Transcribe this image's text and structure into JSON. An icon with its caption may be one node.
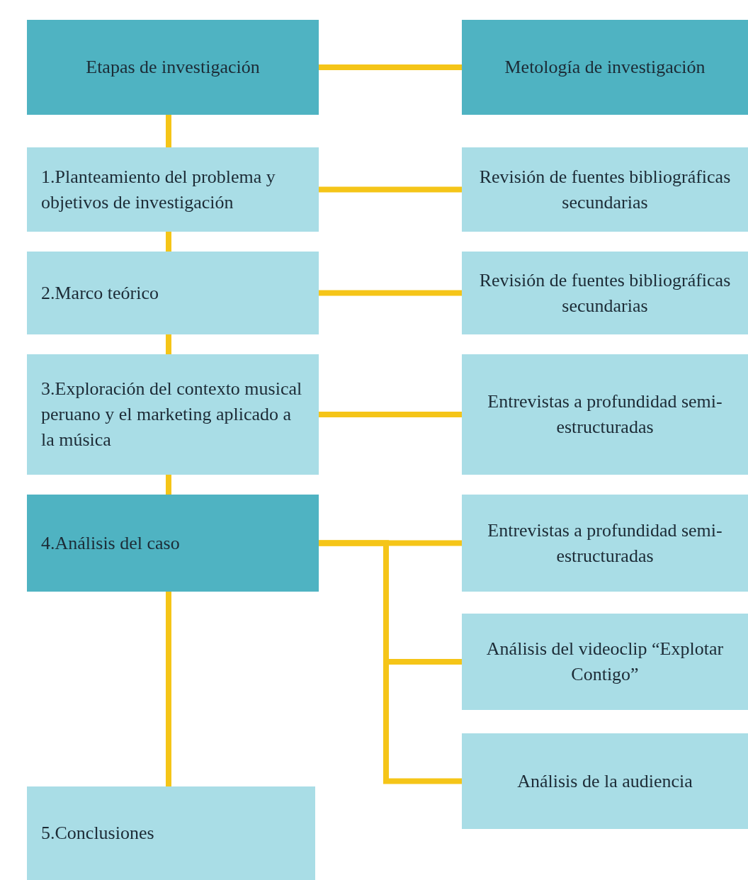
{
  "diagram": {
    "nodes": [
      {
        "text": [
          "Etapas de investigación"
        ]
      },
      {
        "text": [
          "Metología de investigación"
        ]
      },
      {
        "text": [
          "1.Planteamiento del problema y objetivos de investigación"
        ]
      },
      {
        "text": [
          "Revisión de fuentes bibliográficas secundarias"
        ]
      },
      {
        "text": [
          "2.Marco teórico"
        ]
      },
      {
        "text": [
          "Revisión de fuentes bibliográficas secundarias"
        ]
      },
      {
        "text": [
          "3.Exploración del contexto musical peruano y el marketing aplicado a la música"
        ]
      },
      {
        "text": [
          "Entrevistas a profundidad semi-estructuradas"
        ]
      },
      {
        "text": [
          "4.Análisis del caso"
        ]
      },
      {
        "text": [
          "Entrevistas a profundidad semi-estructuradas"
        ]
      },
      {
        "text": [
          "Análisis del videoclip “Explotar Contigo”"
        ]
      },
      {
        "text": [
          "Análisis de la audiencia"
        ]
      },
      {
        "text": [
          "5.Conclusiones"
        ]
      }
    ],
    "edges": [
      {
        "from": 0,
        "to": 1,
        "arrow": "none"
      },
      {
        "from": 0,
        "to": 2,
        "arrow": "none"
      },
      {
        "from": 2,
        "to": 3,
        "arrow": "none"
      },
      {
        "from": 2,
        "to": 4,
        "arrow": "none"
      },
      {
        "from": 4,
        "to": 5,
        "arrow": "none"
      },
      {
        "from": 4,
        "to": 6,
        "arrow": "none"
      },
      {
        "from": 6,
        "to": 7,
        "arrow": "none"
      },
      {
        "from": 6,
        "to": 8,
        "arrow": "none"
      },
      {
        "from": 8,
        "to": 9,
        "arrow": "none"
      },
      {
        "from": 8,
        "to": 10,
        "arrow": "none"
      },
      {
        "from": 8,
        "to": 11,
        "arrow": "none"
      },
      {
        "from": 8,
        "to": 12,
        "arrow": "none"
      }
    ]
  }
}
